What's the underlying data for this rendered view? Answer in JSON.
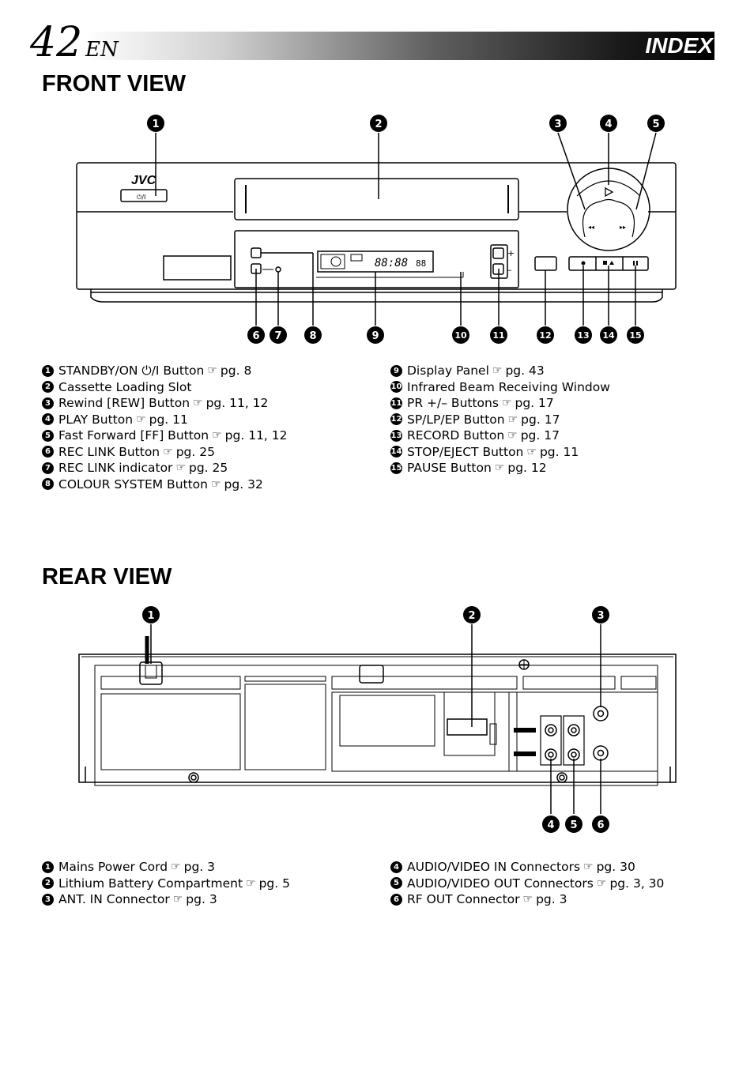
{
  "header": {
    "page_number": "42",
    "language": "EN",
    "section": "INDEX"
  },
  "front_view": {
    "title": "FRONT VIEW",
    "brand": "JVC",
    "power_symbol": "⏻/I",
    "pr_plus": "+",
    "pr_minus": "–",
    "display_digits": "88:88",
    "display_small": "88",
    "items_left": [
      {
        "num": "1",
        "label": "STANDBY/ON ⏻/I Button",
        "ref": "pg. 8"
      },
      {
        "num": "2",
        "label": "Cassette Loading Slot",
        "ref": ""
      },
      {
        "num": "3",
        "label": "Rewind [REW] Button",
        "ref": "pg. 11, 12"
      },
      {
        "num": "4",
        "label": "PLAY Button",
        "ref": "pg. 11"
      },
      {
        "num": "5",
        "label": "Fast Forward [FF] Button",
        "ref": "pg. 11, 12"
      },
      {
        "num": "6",
        "label": "REC LINK Button",
        "ref": "pg. 25"
      },
      {
        "num": "7",
        "label": "REC LINK indicator",
        "ref": "pg. 25"
      },
      {
        "num": "8",
        "label": "COLOUR SYSTEM Button",
        "ref": "pg. 32"
      }
    ],
    "items_right": [
      {
        "num": "9",
        "label": "Display Panel",
        "ref": "pg. 43"
      },
      {
        "num": "10",
        "label": "Infrared Beam Receiving Window",
        "ref": ""
      },
      {
        "num": "11",
        "label": "PR +/– Buttons",
        "ref": "pg. 17"
      },
      {
        "num": "12",
        "label": "SP/LP/EP Button",
        "ref": "pg. 17"
      },
      {
        "num": "13",
        "label": "RECORD Button",
        "ref": "pg. 17"
      },
      {
        "num": "14",
        "label": "STOP/EJECT Button",
        "ref": "pg. 11"
      },
      {
        "num": "15",
        "label": "PAUSE Button",
        "ref": "pg. 12"
      }
    ]
  },
  "rear_view": {
    "title": "REAR VIEW",
    "items_left": [
      {
        "num": "1",
        "label": "Mains Power Cord",
        "ref": "pg. 3"
      },
      {
        "num": "2",
        "label": "Lithium Battery Compartment",
        "ref": "pg. 5"
      },
      {
        "num": "3",
        "label": "ANT. IN Connector",
        "ref": "pg. 3"
      }
    ],
    "items_right": [
      {
        "num": "4",
        "label": "AUDIO/VIDEO IN Connectors",
        "ref": "pg. 30"
      },
      {
        "num": "5",
        "label": "AUDIO/VIDEO OUT Connectors",
        "ref": "pg. 3, 30"
      },
      {
        "num": "6",
        "label": "RF OUT Connector",
        "ref": "pg. 3"
      }
    ]
  },
  "icons": {
    "reference": "pointing-hand-icon",
    "badge": "circled-number"
  },
  "colors": {
    "ink": "#000000",
    "panel_fill": "#ffffff",
    "header_dark": "#000000"
  }
}
